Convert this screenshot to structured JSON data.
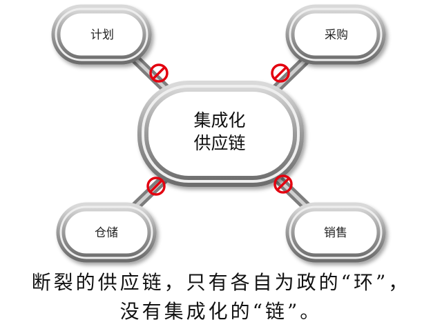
{
  "center": {
    "line1": "集成化",
    "line2": "供应链"
  },
  "outer_links": [
    {
      "label": "计划"
    },
    {
      "label": "采购"
    },
    {
      "label": "仓储"
    },
    {
      "label": "销售"
    }
  ],
  "caption": {
    "line1": "断裂的供应链，只有各自为政的“环”，",
    "line2": "没有集成化的“链”。"
  },
  "colors": {
    "chain_stroke": "#8a8a8a",
    "chain_highlight": "#e4e4e4",
    "break_mark": "#e3000f",
    "text": "#111111"
  }
}
